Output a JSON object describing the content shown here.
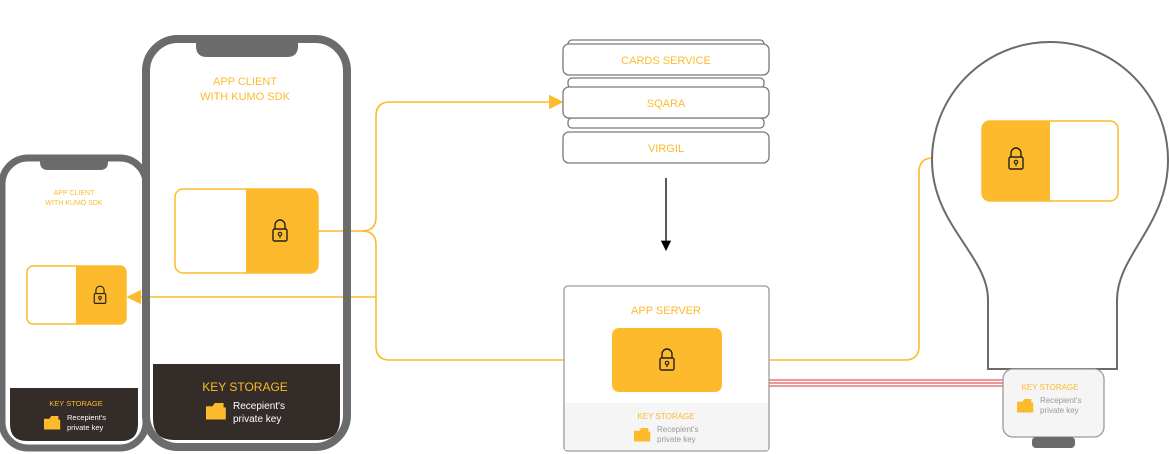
{
  "colors": {
    "accent": "#FDBA2C",
    "device_frame": "#6B6B6B",
    "dark_panel": "#332C29",
    "light_panel": "#F5F5F5",
    "server_border": "#9A9A9A",
    "red_link": "#E05A5A",
    "arrow_black": "#000000"
  },
  "small_phone": {
    "title_line1": "APP CLIENT",
    "title_line2": "WITH KUMO SDK",
    "key_storage": "KEY STORAGE",
    "key_line1": "Recepient's",
    "key_line2": "private key"
  },
  "large_phone": {
    "title_line1": "APP CLIENT",
    "title_line2": "WITH KUMO SDK",
    "key_storage": "KEY STORAGE",
    "key_line1": "Recepient's",
    "key_line2": "private key"
  },
  "services": [
    "CARDS SERVICE",
    "SQARA",
    "VIRGIL"
  ],
  "app_server": {
    "title": "APP SERVER",
    "key_storage": "KEY STORAGE",
    "key_line1": "Recepient's",
    "key_line2": "private key"
  },
  "bulb": {
    "key_storage": "KEY STORAGE",
    "key_line1": "Recepient's",
    "key_line2": "private key"
  },
  "icons": [
    "lock-icon",
    "folder-icon",
    "arrow-icon"
  ]
}
